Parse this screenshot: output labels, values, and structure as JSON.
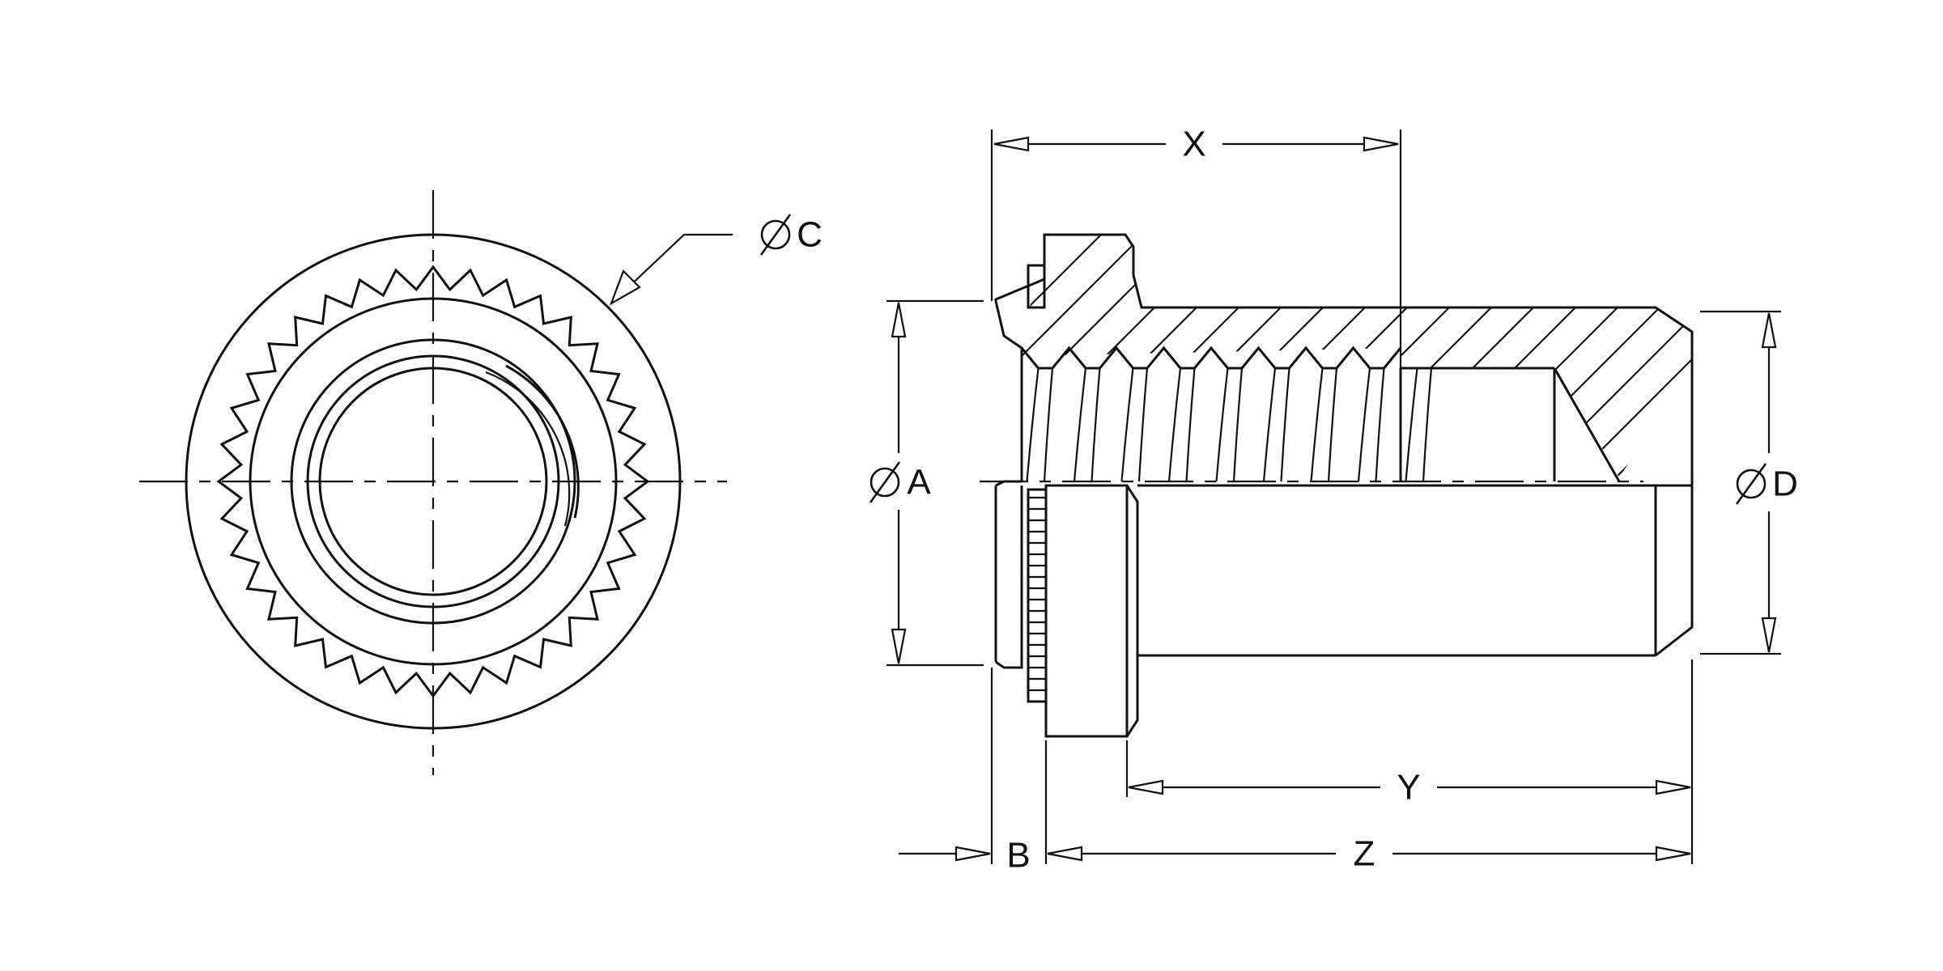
{
  "labels": {
    "dia_c": "C",
    "dia_a": "A",
    "dia_d": "D",
    "x": "X",
    "y": "Y",
    "z": "Z",
    "b": "B"
  },
  "colors": {
    "line": "#111111",
    "background": "#ffffff"
  },
  "front_view": {
    "knurl_teeth": 36
  },
  "side_view": {
    "thread_crests": 8
  }
}
